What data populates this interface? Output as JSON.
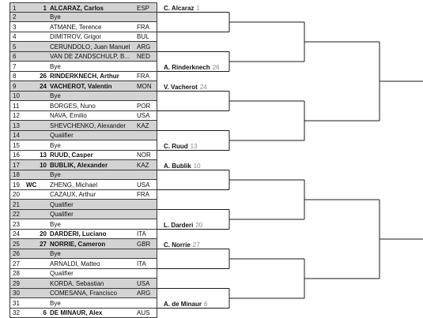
{
  "draw": [
    {
      "num": "1",
      "seed": "1",
      "name": "ALCARAZ, Carlos",
      "nat": "ESP",
      "bold": true
    },
    {
      "num": "2",
      "name": "Bye"
    },
    {
      "num": "3",
      "name": "ATMANE, Terence",
      "nat": "FRA"
    },
    {
      "num": "4",
      "name": "DIMITROV, Grigor",
      "nat": "BUL"
    },
    {
      "num": "5",
      "name": "CERUNDOLO, Juan Manuel",
      "nat": "ARG"
    },
    {
      "num": "6",
      "name": "VAN DE ZANDSCHULP, B...",
      "nat": "NED"
    },
    {
      "num": "7",
      "name": "Bye"
    },
    {
      "num": "8",
      "seed": "26",
      "name": "RINDERKNECH, Arthur",
      "nat": "FRA",
      "bold": true
    },
    {
      "num": "9",
      "seed": "24",
      "name": "VACHEROT, Valentin",
      "nat": "MON",
      "bold": true
    },
    {
      "num": "10",
      "name": "Bye"
    },
    {
      "num": "11",
      "name": "BORGES, Nuno",
      "nat": "POR"
    },
    {
      "num": "12",
      "name": "NAVA, Emilio",
      "nat": "USA"
    },
    {
      "num": "13",
      "name": "SHEVCHENKO, Alexander",
      "nat": "KAZ"
    },
    {
      "num": "14",
      "name": "Qualifier"
    },
    {
      "num": "15",
      "name": "Bye"
    },
    {
      "num": "16",
      "seed": "13",
      "name": "RUUD, Casper",
      "nat": "NOR",
      "bold": true
    },
    {
      "num": "17",
      "seed": "10",
      "name": "BUBLIK, Alexander",
      "nat": "KAZ",
      "bold": true
    },
    {
      "num": "18",
      "name": "Bye"
    },
    {
      "num": "19",
      "tag": "WC",
      "name": "ZHENG, Michael",
      "nat": "USA"
    },
    {
      "num": "20",
      "name": "CAZAUX, Arthur",
      "nat": "FRA"
    },
    {
      "num": "21",
      "name": "Qualifier"
    },
    {
      "num": "22",
      "name": "Qualifier"
    },
    {
      "num": "23",
      "name": "Bye"
    },
    {
      "num": "24",
      "seed": "20",
      "name": "DARDERI, Luciano",
      "nat": "ITA",
      "bold": true
    },
    {
      "num": "25",
      "seed": "27",
      "name": "NORRIE, Cameron",
      "nat": "GBR",
      "bold": true
    },
    {
      "num": "26",
      "name": "Bye"
    },
    {
      "num": "27",
      "name": "ARNALDI, Matteo",
      "nat": "ITA"
    },
    {
      "num": "28",
      "name": "Qualifier"
    },
    {
      "num": "29",
      "name": "KORDA, Sebastian",
      "nat": "USA"
    },
    {
      "num": "30",
      "name": "COMESANA, Francisco",
      "nat": "ARG"
    },
    {
      "num": "31",
      "name": "Bye"
    },
    {
      "num": "32",
      "seed": "6",
      "name": "DE MINAUR, Alex",
      "nat": "AUS",
      "bold": true
    }
  ],
  "round2": [
    {
      "name": "C. Alcaraz",
      "seed": "1"
    },
    {
      "name": "",
      "seed": ""
    },
    {
      "name": "",
      "seed": ""
    },
    {
      "name": "A. Rinderknech",
      "seed": "26"
    },
    {
      "name": "V. Vacherot",
      "seed": "24"
    },
    {
      "name": "",
      "seed": ""
    },
    {
      "name": "",
      "seed": ""
    },
    {
      "name": "C. Ruud",
      "seed": "13"
    },
    {
      "name": "A. Bublik",
      "seed": "10"
    },
    {
      "name": "",
      "seed": ""
    },
    {
      "name": "",
      "seed": ""
    },
    {
      "name": "L. Darderi",
      "seed": "20"
    },
    {
      "name": "C. Norrie",
      "seed": "27"
    },
    {
      "name": "",
      "seed": ""
    },
    {
      "name": "",
      "seed": ""
    },
    {
      "name": "A. de Minaur",
      "seed": "6"
    }
  ]
}
